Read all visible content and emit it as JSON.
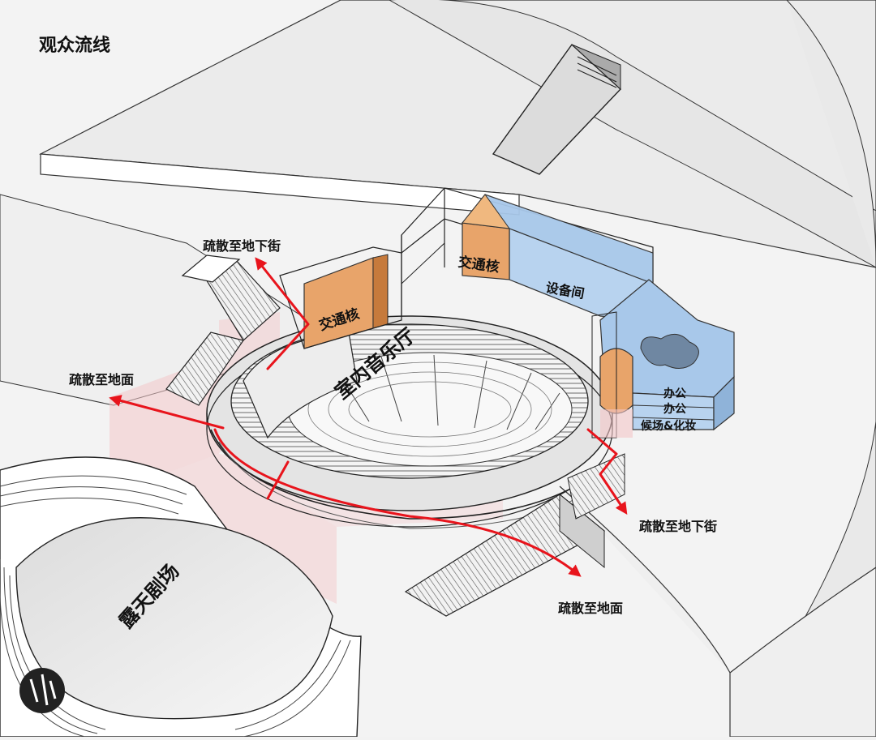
{
  "diagram": {
    "title": "观众流线",
    "labels": {
      "evac_underground_top": "疏散至地下街",
      "evac_ground_left": "疏散至地面",
      "evac_underground_right": "疏散至地下街",
      "evac_ground_bottom": "疏散至地面",
      "core_left": "交通核",
      "core_top": "交通核",
      "equipment_room": "设备间",
      "office_1": "办公",
      "office_2": "办公",
      "waiting_makeup": "候场&化妆",
      "indoor_hall": "室内音乐厅",
      "open_air_theater": "露天剧场"
    },
    "colors": {
      "route": "#e8141c",
      "core": "#e8a46a",
      "equipment": "#a8c8ea",
      "evac_zone": "#f3c6c8",
      "ground": "#ececec"
    }
  }
}
